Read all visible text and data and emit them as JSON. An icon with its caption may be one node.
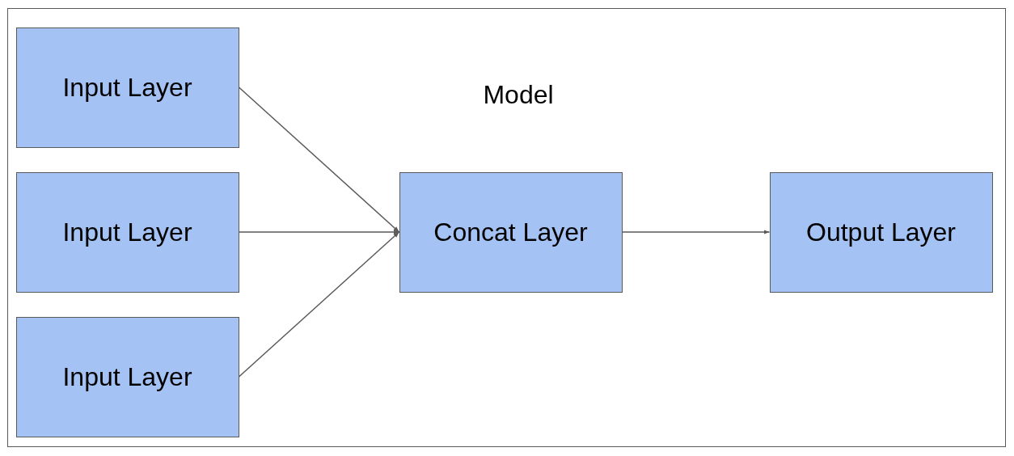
{
  "diagram": {
    "nodes": [
      {
        "text": [
          "Model"
        ]
      },
      {
        "text": [
          "Input Layer"
        ],
        "in": 0
      },
      {
        "text": [
          "Input Layer"
        ],
        "in": 0
      },
      {
        "text": [
          "Input Layer"
        ],
        "in": 0
      },
      {
        "text": [
          "Concat Layer"
        ],
        "in": 0
      },
      {
        "text": [
          "Output Layer"
        ],
        "in": 0
      }
    ],
    "edges": [
      {
        "from": 1,
        "to": 4,
        "arrow": "to"
      },
      {
        "from": 2,
        "to": 4,
        "arrow": "to"
      },
      {
        "from": 3,
        "to": 4,
        "arrow": "to"
      },
      {
        "from": 4,
        "to": 5,
        "arrow": "to"
      }
    ]
  }
}
